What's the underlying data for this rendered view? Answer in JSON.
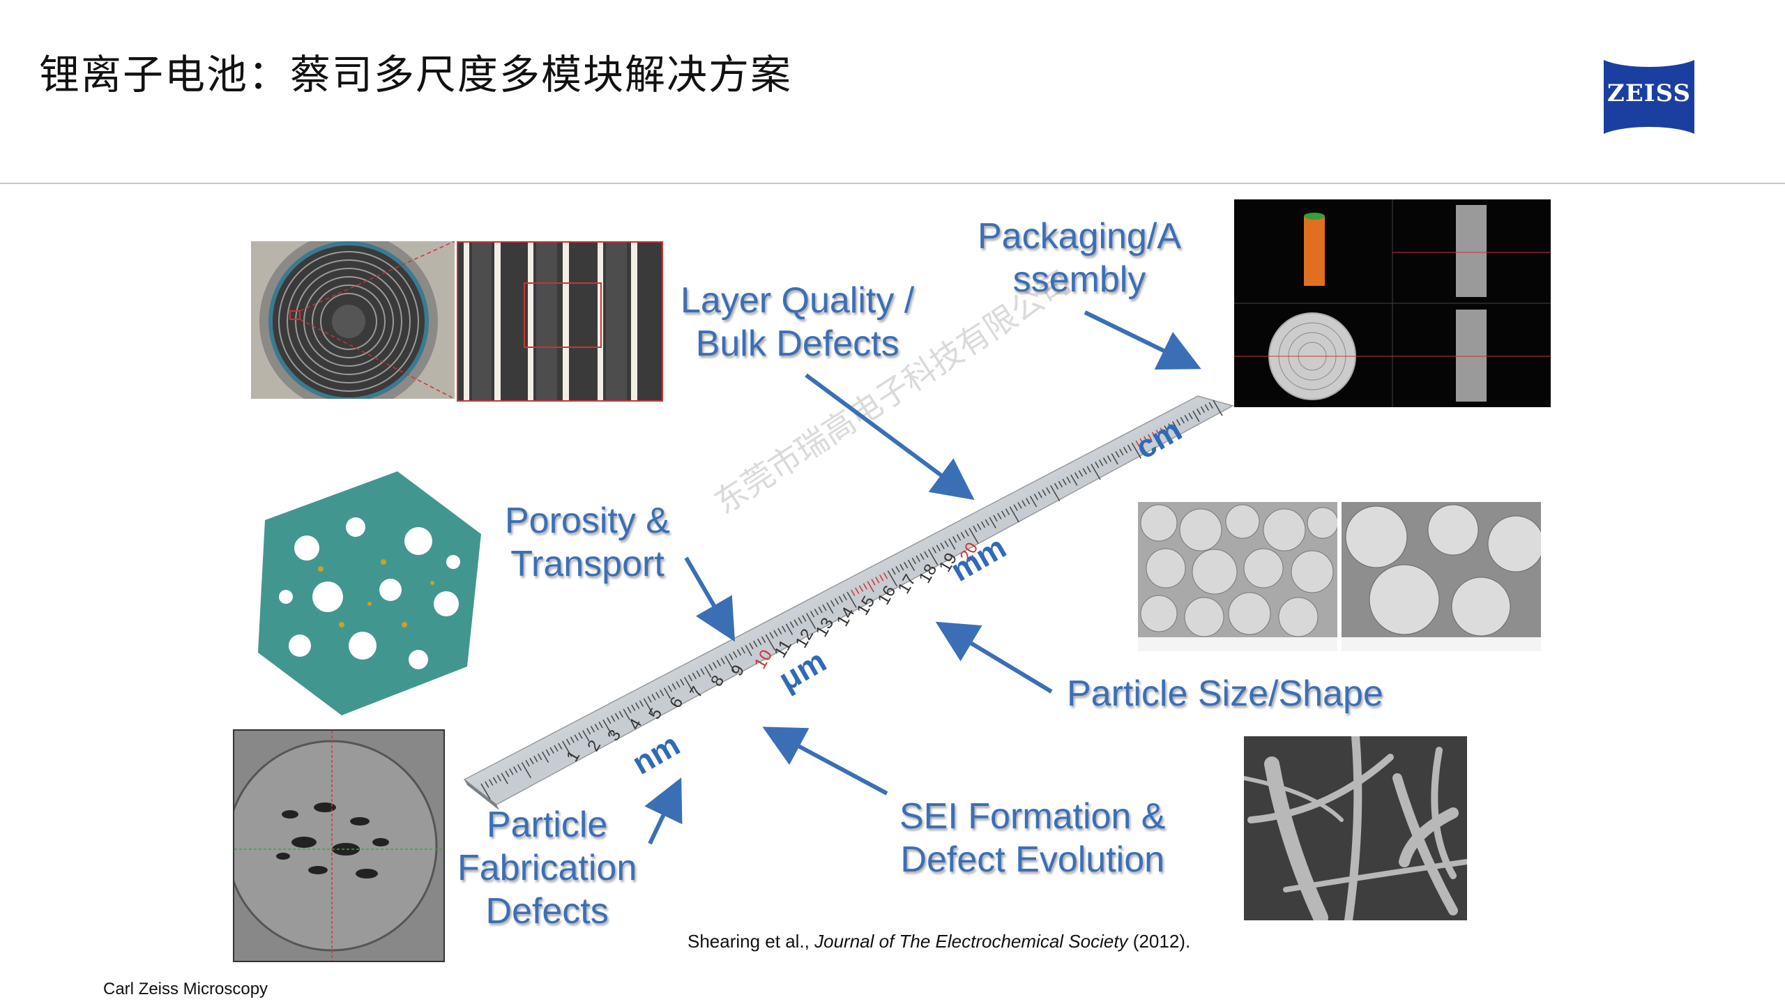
{
  "title": "锂离子电池：蔡司多尺度多模块解决方案",
  "logo": {
    "text": "ZEISS",
    "color": "#1a3fa0"
  },
  "labels": {
    "layer_quality": [
      "Layer Quality /",
      "Bulk Defects"
    ],
    "packaging": [
      "Packaging/A",
      "ssembly"
    ],
    "porosity": [
      "Porosity &",
      "Transport"
    ],
    "particle_size": "Particle Size/Shape",
    "sei": [
      "SEI Formation &",
      "Defect Evolution"
    ],
    "particle_fab": [
      "Particle",
      "Fabrication",
      "Defects"
    ]
  },
  "label_color": "#3a6fb5",
  "ruler": {
    "units": [
      "nm",
      "μm",
      "mm",
      "cm"
    ],
    "numbers": [
      "1",
      "2",
      "3",
      "4",
      "5",
      "6",
      "7",
      "8",
      "9",
      "10",
      "11",
      "12",
      "13",
      "14",
      "15",
      "16",
      "17",
      "18",
      "19",
      "20"
    ]
  },
  "watermark": "东莞市瑞高电子科技有限公司",
  "citation": {
    "authors": "Shearing et al.,",
    "journal": "Journal of The Electrochemical Society",
    "year": "(2012)."
  },
  "footer": "Carl Zeiss Microscopy"
}
